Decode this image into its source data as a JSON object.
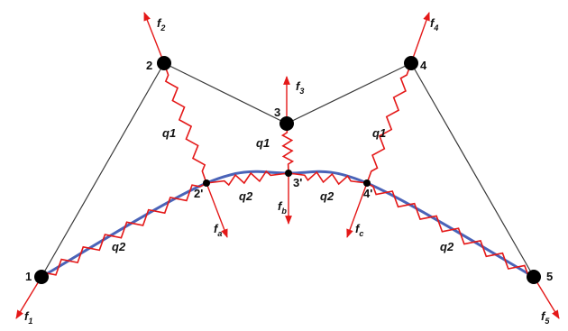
{
  "colors": {
    "frame": "#3a3a3a",
    "spring": "#e41818",
    "force": "#e41818",
    "curve": "#4a63b8",
    "node": "#000000"
  },
  "nodes": [
    {
      "id": "1",
      "label": "1"
    },
    {
      "id": "2",
      "label": "2"
    },
    {
      "id": "3",
      "label": "3"
    },
    {
      "id": "4",
      "label": "4"
    },
    {
      "id": "5",
      "label": "5"
    },
    {
      "id": "2p",
      "label": "2'"
    },
    {
      "id": "3p",
      "label": "3'"
    },
    {
      "id": "4p",
      "label": "4'"
    }
  ],
  "springs": [
    {
      "id": "s-2-2p",
      "label": "q1"
    },
    {
      "id": "s-3-3p",
      "label": "q1"
    },
    {
      "id": "s-4-4p",
      "label": "q1"
    },
    {
      "id": "s-1-2p",
      "label": "q2"
    },
    {
      "id": "s-2p-3p",
      "label": "q2"
    },
    {
      "id": "s-3p-4p",
      "label": "q2"
    },
    {
      "id": "s-4p-5",
      "label": "q2"
    }
  ],
  "forces": [
    {
      "id": "f1",
      "base": "f",
      "sub": "1"
    },
    {
      "id": "f2",
      "base": "f",
      "sub": "2"
    },
    {
      "id": "f3",
      "base": "f",
      "sub": "3"
    },
    {
      "id": "f4",
      "base": "f",
      "sub": "4"
    },
    {
      "id": "f5",
      "base": "f",
      "sub": "5"
    },
    {
      "id": "fa",
      "base": "f",
      "sub": "a"
    },
    {
      "id": "fb",
      "base": "f",
      "sub": "b"
    },
    {
      "id": "fc",
      "base": "f",
      "sub": "c"
    }
  ]
}
